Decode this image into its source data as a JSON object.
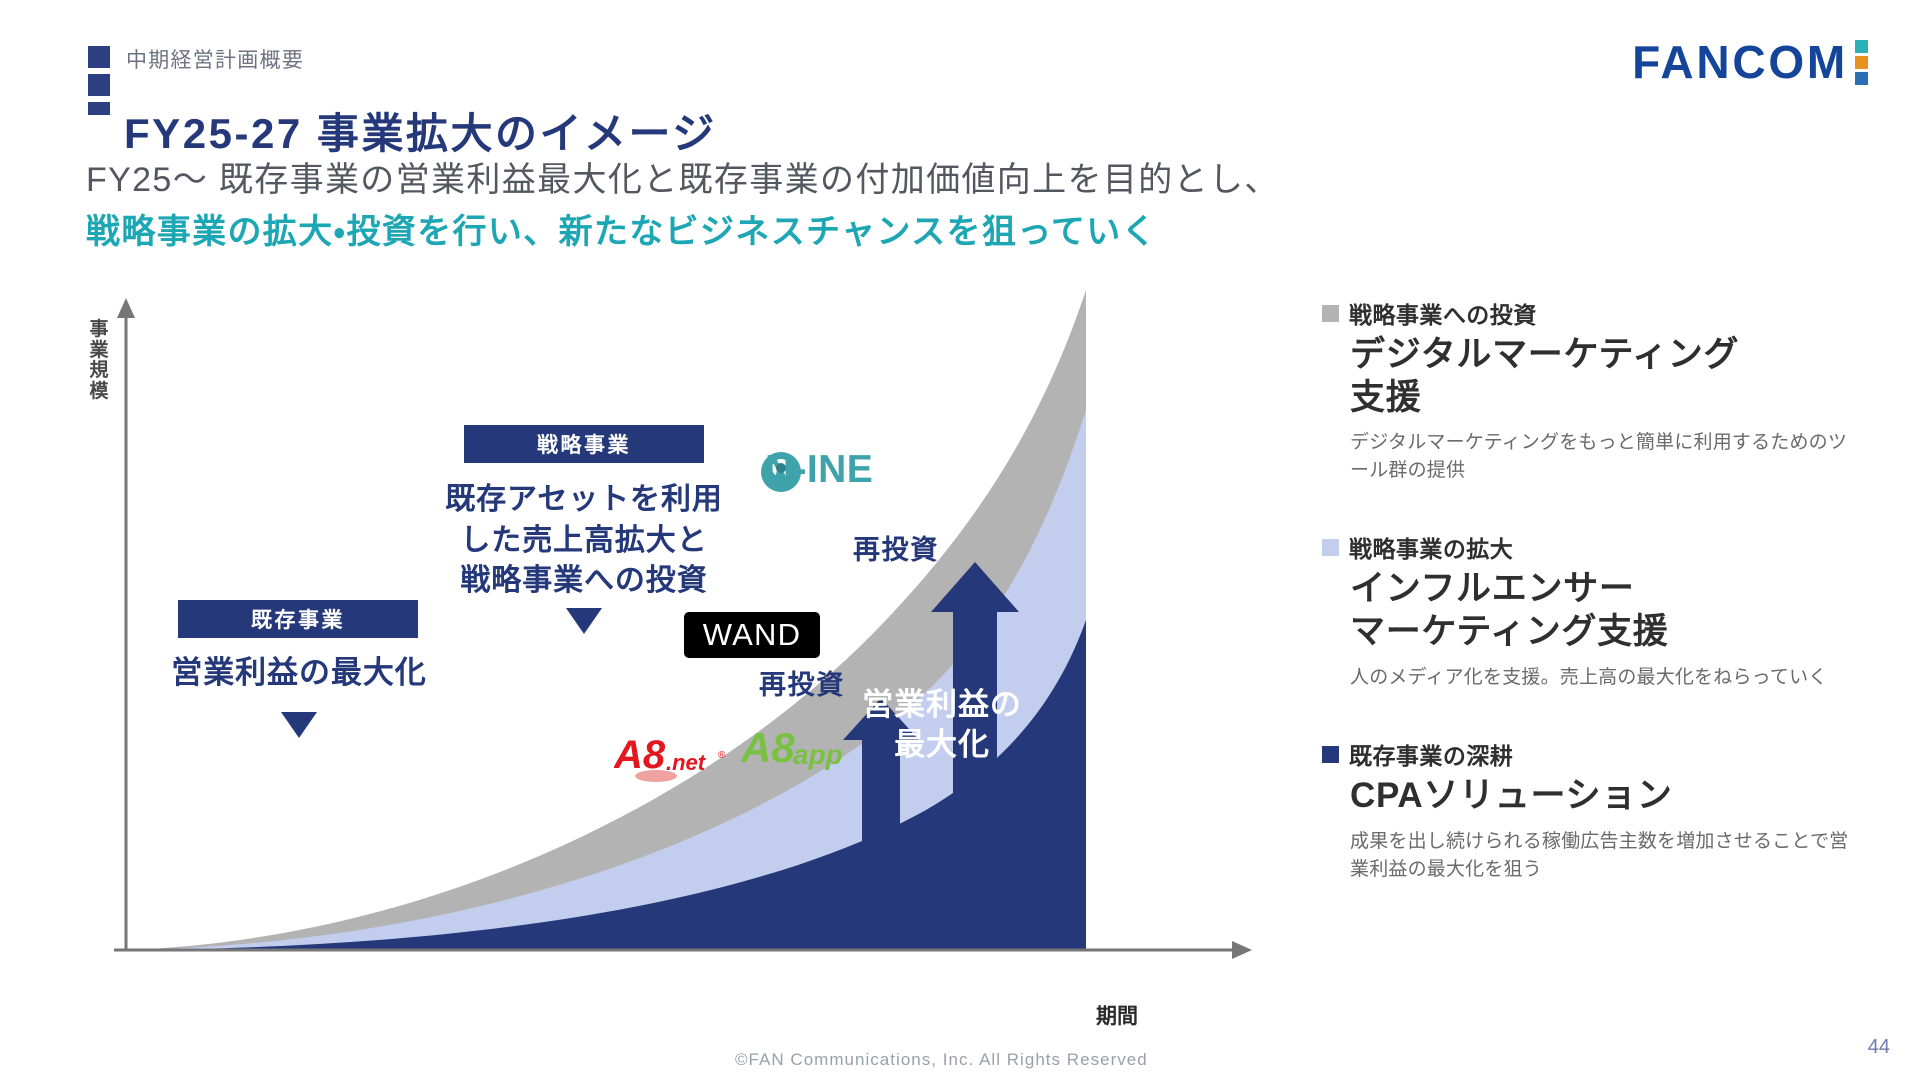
{
  "header": {
    "eyebrow": "中期経営計画概要",
    "title": "FY25-27 事業拡大のイメージ",
    "logo_text": "FANCOM",
    "logo_colors": [
      "#2bb0b8",
      "#e8911c",
      "#2a6fb5"
    ],
    "accent_navy": "#24387a"
  },
  "subheadline": {
    "line1": "FY25〜 既存事業の営業利益最大化と既存事業の付加価値向上を目的とし、",
    "line2": "戦略事業の拡大・投資を行い、新たなビジネスチャンスを狙っていく",
    "line2_color": "#1da6b4"
  },
  "chart_data": {
    "type": "area",
    "title": "FY25-27 事業拡大のイメージ",
    "xlabel": "期間",
    "ylabel": "事業規模",
    "grid": false,
    "legend_position": "right",
    "x": [
      0,
      1,
      2,
      3,
      4,
      5,
      6,
      7,
      8,
      9,
      10
    ],
    "series": [
      {
        "name": "既存事業の深耕",
        "label": "CPAソリューション",
        "color": "#24387a",
        "values": [
          0,
          1,
          3,
          6,
          11,
          18,
          27,
          39,
          54,
          72,
          93
        ]
      },
      {
        "name": "戦略事業の拡大",
        "label": "インフルエンサーマーケティング支援",
        "color": "#c3cdee",
        "values": [
          0,
          2,
          5,
          10,
          18,
          29,
          43,
          61,
          84,
          112,
          145
        ]
      },
      {
        "name": "戦略事業への投資",
        "label": "デジタルマーケティング支援",
        "color": "#b3b3b3",
        "values": [
          0,
          3,
          7,
          14,
          24,
          38,
          57,
          81,
          112,
          150,
          196
        ]
      }
    ]
  },
  "chart": {
    "y_axis_label": "事業規模",
    "x_axis_label": "期間",
    "blocks": [
      {
        "tag": "既存事業",
        "text": "営業利益の最大化",
        "marker": "down-triangle"
      },
      {
        "tag": "戦略事業",
        "text": "既存アセットを利用\nした売上高拡大と\n戦略事業への投資",
        "marker": "down-triangle"
      }
    ],
    "strategic_text_lines": [
      "既存アセットを利用",
      "した売上高拡大と",
      "戦略事業への投資"
    ],
    "reinvest_upper": "再投資",
    "reinvest_lower": "再投資",
    "profit_max_lines": [
      "営業利益の",
      "最大化"
    ],
    "brand_logos": [
      {
        "name": "N-INE",
        "color": "#3fa3ab"
      },
      {
        "name": "WAND",
        "color": "#000000"
      },
      {
        "name": "A8.net",
        "color": "#e3171f"
      },
      {
        "name": "A8app",
        "color": "#7ac143"
      }
    ]
  },
  "legend": {
    "items": [
      {
        "swatch": "#b3b3b3",
        "category": "戦略事業への投資",
        "name": "デジタルマーケティング\n支援",
        "name_line1": "デジタルマーケティング",
        "name_line2": "支援",
        "description": "デジタルマーケティングをもっと簡単に利用するためのツール群の提供"
      },
      {
        "swatch": "#c3cdee",
        "category": "戦略事業の拡大",
        "name": "インフルエンサー\nマーケティング支援",
        "name_line1": "インフルエンサー",
        "name_line2": "マーケティング支援",
        "description": "人のメディア化を支援。売上高の最大化をねらっていく"
      },
      {
        "swatch": "#24387a",
        "category": "既存事業の深耕",
        "name": "CPAソリューション",
        "name_line1": "CPAソリューション",
        "name_line2": "",
        "description": "成果を出し続けられる稼働広告主数を増加させることで営業利益の最大化を狙う"
      }
    ]
  },
  "footer": {
    "copyright": "©FAN Communications, Inc. All Rights Reserved",
    "page_number": "44"
  }
}
